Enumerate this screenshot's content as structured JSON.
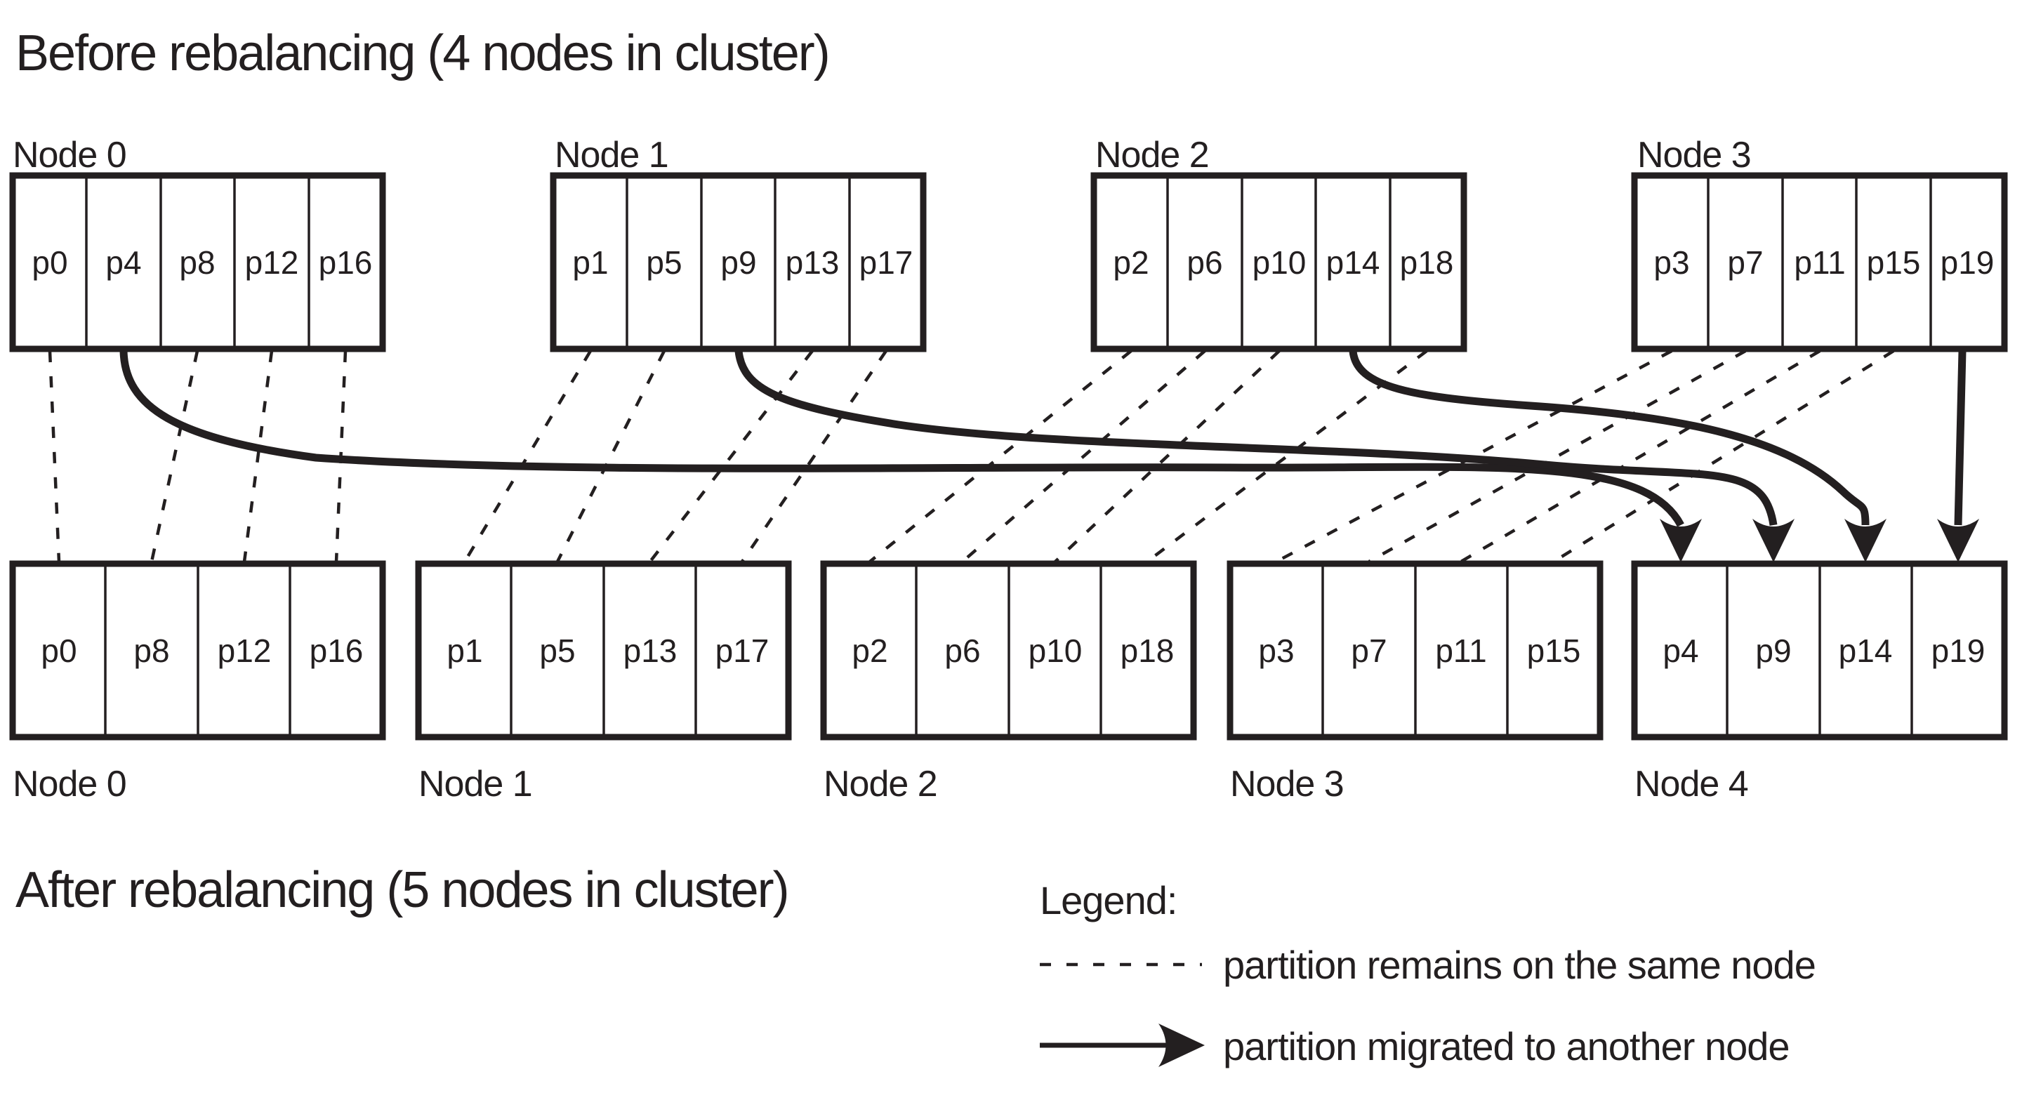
{
  "title_before": "Before rebalancing (4 nodes in cluster)",
  "title_after": "After rebalancing (5 nodes in cluster)",
  "before": {
    "nodes": [
      {
        "label": "Node 0",
        "partitions": [
          "p0",
          "p4",
          "p8",
          "p12",
          "p16"
        ]
      },
      {
        "label": "Node 1",
        "partitions": [
          "p1",
          "p5",
          "p9",
          "p13",
          "p17"
        ]
      },
      {
        "label": "Node 2",
        "partitions": [
          "p2",
          "p6",
          "p10",
          "p14",
          "p18"
        ]
      },
      {
        "label": "Node 3",
        "partitions": [
          "p3",
          "p7",
          "p11",
          "p15",
          "p19"
        ]
      }
    ]
  },
  "after": {
    "nodes": [
      {
        "label": "Node 0",
        "partitions": [
          "p0",
          "p8",
          "p12",
          "p16"
        ]
      },
      {
        "label": "Node 1",
        "partitions": [
          "p1",
          "p5",
          "p13",
          "p17"
        ]
      },
      {
        "label": "Node 2",
        "partitions": [
          "p2",
          "p6",
          "p10",
          "p18"
        ]
      },
      {
        "label": "Node 3",
        "partitions": [
          "p3",
          "p7",
          "p11",
          "p15"
        ]
      },
      {
        "label": "Node 4",
        "partitions": [
          "p4",
          "p9",
          "p14",
          "p19"
        ]
      }
    ]
  },
  "migrations": [
    {
      "partition": "p4",
      "from": "Node 0",
      "to": "Node 4"
    },
    {
      "partition": "p9",
      "from": "Node 1",
      "to": "Node 4"
    },
    {
      "partition": "p14",
      "from": "Node 2",
      "to": "Node 4"
    },
    {
      "partition": "p19",
      "from": "Node 3",
      "to": "Node 4"
    }
  ],
  "unmoved_partitions": [
    "p0",
    "p8",
    "p12",
    "p16",
    "p1",
    "p5",
    "p13",
    "p17",
    "p2",
    "p6",
    "p10",
    "p18",
    "p3",
    "p7",
    "p11",
    "p15"
  ],
  "legend": {
    "heading": "Legend:",
    "items": [
      {
        "symbol": "dashed-line",
        "label": "partition remains on the same node"
      },
      {
        "symbol": "solid-arrow",
        "label": "partition migrated to another node"
      }
    ]
  },
  "colors": {
    "ink": "#231f20",
    "paper": "#ffffff"
  }
}
